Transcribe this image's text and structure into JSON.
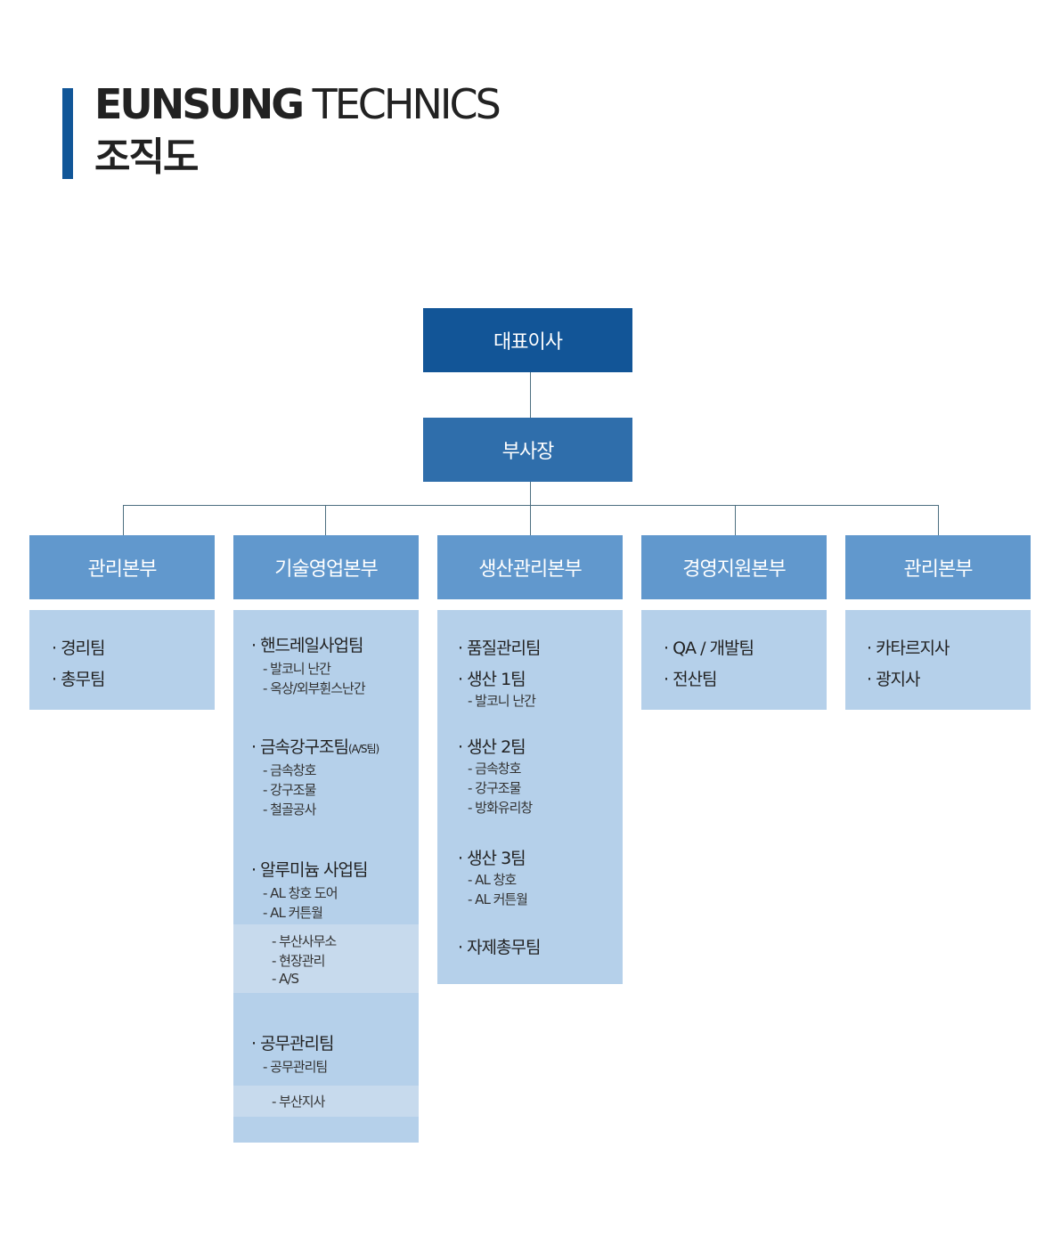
{
  "header": {
    "title_en_bold": "EUNSUNG",
    "title_en_light": "TECHNICS",
    "title_ko": "조직도"
  },
  "org": {
    "ceo": "대표이사",
    "vice_president": "부사장",
    "departments": [
      {
        "name": "관리본부",
        "teams": [
          {
            "label": "· 경리팀"
          },
          {
            "label": "· 총무팀"
          }
        ]
      },
      {
        "name": "기술영업본부",
        "teams": [
          {
            "label": "· 핸드레일사업팀",
            "subs": [
              "- 발코니 난간",
              "- 옥상/외부휜스난간"
            ]
          },
          {
            "label": "· 금속강구조팀",
            "suffix": "(A/S팀)",
            "subs": [
              "- 금속창호",
              "- 강구조물",
              "- 철골공사"
            ]
          },
          {
            "label": "· 알루미늄 사업팀",
            "subs": [
              "- AL 창호 도어",
              "- AL 커튼월"
            ]
          },
          {
            "band_subs": [
              "- 부산사무소",
              "- 현장관리",
              "- A/S"
            ]
          },
          {
            "label": "· 공무관리팀",
            "subs": [
              "- 공무관리팀"
            ]
          },
          {
            "band_subs": [
              "- 부산지사"
            ]
          }
        ]
      },
      {
        "name": "생산관리본부",
        "teams": [
          {
            "label": "· 품질관리팀"
          },
          {
            "label": "· 생산 1팀",
            "subs": [
              "- 발코니 난간"
            ]
          },
          {
            "label": "· 생산 2팀",
            "subs": [
              "- 금속창호",
              "- 강구조물",
              "- 방화유리창"
            ]
          },
          {
            "label": "· 생산 3팀",
            "subs": [
              "- AL 창호",
              "- AL 커튼월"
            ]
          },
          {
            "label": "· 자제총무팀"
          }
        ]
      },
      {
        "name": "경영지원본부",
        "teams": [
          {
            "label": "· QA / 개발팀"
          },
          {
            "label": "· 전산팀"
          }
        ]
      },
      {
        "name": "관리본부",
        "teams": [
          {
            "label": "· 카타르지사"
          },
          {
            "label": "· 광지사"
          }
        ]
      }
    ]
  },
  "colors": {
    "ceo_box": "#125597",
    "vp_box": "#2f6eab",
    "dept_box": "#6198cd",
    "panel": "#b5d0ea",
    "panel_band": "#c7daed",
    "accent_bar": "#115698"
  }
}
